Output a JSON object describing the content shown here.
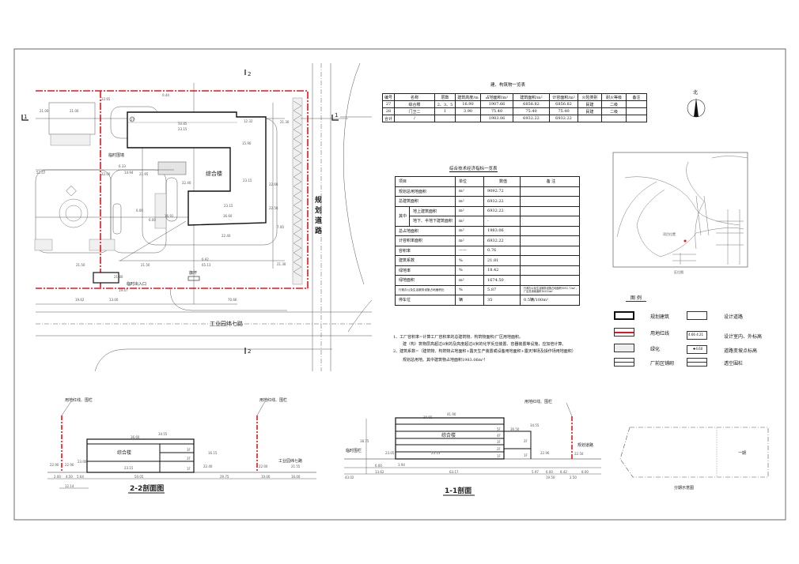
{
  "colors": {
    "property_line": "#e8141b",
    "line": "#222222",
    "hatch": "#bbbbbb",
    "green": "#e4e4e4"
  },
  "site_plan": {
    "building_name": "综合楼",
    "building_number": "27",
    "gate_label": "临时出入口",
    "temp_fence_label": "临时围墙",
    "road_east": "规划道路",
    "road_south": "工业园纬七路",
    "section_marks": [
      "1",
      "1",
      "2",
      "2"
    ],
    "flag_label": "旗杆",
    "dims": [
      "21.00",
      "21.00",
      "52.07",
      "50.85",
      "15.90",
      "36.60",
      "12.32",
      "70.66",
      "65.13",
      "13.00",
      "19.62",
      "19.47",
      "6.00",
      "6.33",
      "14.94",
      "6.92",
      "21.30",
      "21.80",
      "22.65",
      "22.00",
      "21.95",
      "21.50",
      "0.44",
      "6.00",
      "16.91",
      "23.15",
      "23.15",
      "23.15",
      "22.40",
      "22.40",
      "22.50",
      "22.60",
      "7.00",
      "21.30",
      "21.50"
    ]
  },
  "building_table": {
    "title": "建、构筑物一览表",
    "headers": [
      "编号",
      "名称",
      "层数",
      "建筑高度/m",
      "占地面积/m²",
      "建筑面积/m²",
      "计容面积/m²",
      "火险类别",
      "耐火等级",
      "备注"
    ],
    "rows": [
      [
        "27",
        "综合楼",
        "2、3、5",
        "16.90",
        "1907.66",
        "6856.82",
        "6856.82",
        "民建",
        "二级",
        ""
      ],
      [
        "28",
        "门卫二",
        "1",
        "3.90",
        "75.40",
        "75.40",
        "75.40",
        "民建",
        "二级",
        ""
      ],
      [
        "合计",
        "/",
        "",
        "",
        "1983.06",
        "6932.22",
        "6932.22",
        "",
        "",
        ""
      ]
    ]
  },
  "tech_table": {
    "title": "综合技术经济指标一览表",
    "headers": [
      "项目",
      "单位",
      "数值",
      "备 注"
    ],
    "rows": [
      {
        "item": "规划总用地面积",
        "unit": "m²",
        "value": "9092.72",
        "note": ""
      },
      {
        "item": "总建筑面积",
        "unit": "m²",
        "value": "6932.22",
        "note": ""
      },
      {
        "group": "其中",
        "item": "地上建筑面积",
        "unit": "m²",
        "value": "6932.22",
        "note": ""
      },
      {
        "item": "地下、半地下建筑面积",
        "unit": "m²",
        "value": "-",
        "note": ""
      },
      {
        "item": "总占地面积",
        "unit": "m²",
        "value": "1983.06",
        "note": ""
      },
      {
        "item": "计容积率面积",
        "unit": "m²",
        "value": "6932.22",
        "note": ""
      },
      {
        "item": "容积率",
        "unit": "——",
        "value": "0.76",
        "note": ""
      },
      {
        "item": "建筑系数",
        "unit": "%",
        "value": "21.81",
        "note": ""
      },
      {
        "item": "绿地率",
        "unit": "%",
        "value": "18.42",
        "note": ""
      },
      {
        "item": "绿地面积",
        "unit": "m²",
        "value": "1674.50",
        "note": ""
      },
      {
        "item": "行政办公及生活服务设施占地面积比",
        "unit": "%",
        "value": "5.87",
        "note": "行政办公及生活服务设施占地面积9092.72m²，厂区总用地面积16313m²"
      },
      {
        "item": "停车位",
        "unit": "辆",
        "value": "35",
        "note": "0.5辆/100m²"
      }
    ]
  },
  "notes": [
    "1、工厂容积率=计算工厂容积率的总建筑物、构筑物面积/厂区用地面积。",
    "建（构）筑物层高超过8米的及高度超过8米的化学反应装置、容器装置等设施，应加倍计算。",
    "2、建筑系数=（建筑物、构筑物占地面积+露天生产装置或设备用地面积+露天堆场及操作场用地面积）",
    "规划总用地。其中建筑物占地面积1983.06m²！"
  ],
  "north_arrow": {
    "label": "北"
  },
  "location_map": {
    "caption": "区位图",
    "marker_label": "项目位置"
  },
  "legend": {
    "title": "图 例",
    "items": [
      "规划建筑",
      "用地红线",
      "绿化",
      "厂前区铺砌",
      "设计道路",
      "设计室内、外标高",
      "道路变坡点标高",
      "透空围栏"
    ],
    "sample_values": [
      "4.66",
      "4.21",
      "4.60"
    ]
  },
  "section_22": {
    "title": "2-2剖面图",
    "building": "综合楼",
    "red_line_label": "用地红线、围栏",
    "road": "工业园纬七路",
    "floors": [
      "3F",
      "2F",
      "1F"
    ],
    "elevations": [
      "34.55",
      "36.60",
      "23.15",
      "22.90",
      "22.90",
      "23.00",
      "22.40",
      "22.00",
      "21.55"
    ],
    "dims": [
      "2.00",
      "4.50",
      "5.64",
      "50.05",
      "29.75",
      "10.00",
      "16.00",
      "12.14",
      "16.15"
    ]
  },
  "section_11": {
    "title": "1-1剖面",
    "building": "综合楼",
    "red_line_label": "用地红线、围栏",
    "fence": "临时围栏",
    "road": "规划道路",
    "floors": [
      "5F",
      "4F",
      "3F",
      "2F",
      "1F",
      "2F",
      "1F"
    ],
    "elevations": [
      "41.90",
      "39.65",
      "36.50",
      "34.55",
      "23.15",
      "23.05",
      "22.96",
      "22.50"
    ],
    "dims": [
      "6.00",
      "13.62",
      "3.94",
      "63.17",
      "5.97",
      "6.00",
      "8.42",
      "8.00",
      "19.50",
      "2.50",
      "43.02",
      "18.75"
    ]
  },
  "phase_diagram": {
    "caption": "分期示意图",
    "phase": "一期"
  }
}
